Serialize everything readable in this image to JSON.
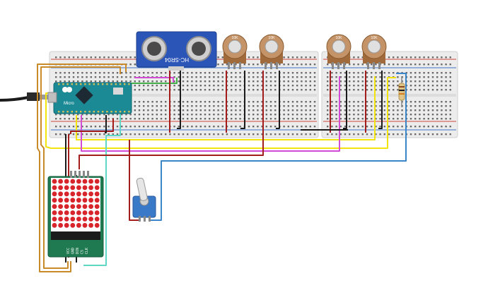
{
  "labels": {
    "sensor_text": "HC-SR04",
    "pot_value": "10K",
    "arduino_board": "Micro",
    "matrix_pins": [
      "VCC",
      "GND",
      "DIN",
      "CS",
      "CLK"
    ]
  },
  "components": {
    "breadboards": 2,
    "potentiometers": 4,
    "matrix_grid": "8x8",
    "led_color": "#d8242b"
  },
  "colors": {
    "wire_red": "#a31d1d",
    "wire_black": "#1b1b1b",
    "wire_yellow": "#f2e40e",
    "wire_magenta": "#d24bd4",
    "wire_blue": "#3a86c8",
    "wire_teal": "#5fd6c6",
    "wire_orange": "#c98a2a",
    "wire_green": "#44b04a",
    "arduino": "#1c8a95",
    "breadboard": "#ececec",
    "pcb_green": "#1f7a52",
    "sensor_blue": "#2c55b8",
    "pot_brown": "#a06a3a"
  }
}
